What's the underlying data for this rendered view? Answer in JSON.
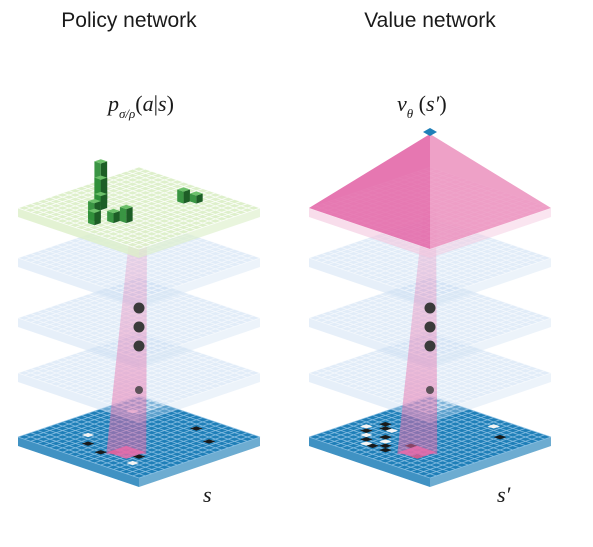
{
  "policy": {
    "title": "Policy network",
    "formula_p": "p",
    "formula_sub": "σ/ρ",
    "formula_open": "(",
    "formula_arg": "a",
    "formula_bar": "|",
    "formula_given": "s",
    "formula_close": ")",
    "input_label": "s"
  },
  "value": {
    "title": "Value network",
    "formula_v": "v",
    "formula_sub": "θ",
    "formula_open": " (",
    "formula_arg": "s′",
    "formula_close": ")",
    "input_label": "s′"
  },
  "colors": {
    "board": "#1f7fb8",
    "board_grid": "#8fc3e6",
    "hidden": "#c9ddf2",
    "policy_plane": "#dcefc8",
    "value_top": "#e05aa0",
    "highlight": "#e86aa8",
    "stone_black": "#1a1a1a",
    "stone_white": "#f4f4f4",
    "bar_green": "#2f8f3a",
    "dot": "#3a3a3a",
    "value_output": "#1f7fb8"
  }
}
